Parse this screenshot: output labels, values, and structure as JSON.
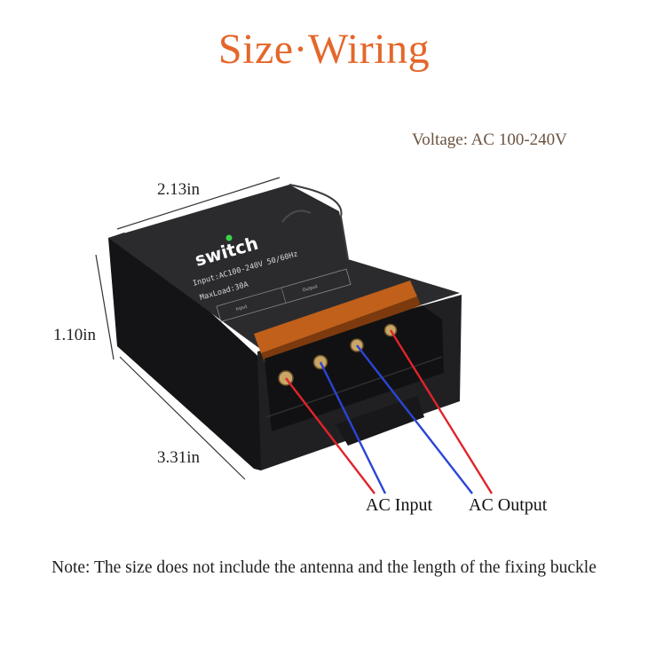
{
  "title": "Size·Wiring",
  "voltage": "Voltage: AC 100-240V",
  "dimensions": {
    "width": "2.13in",
    "height": "1.10in",
    "depth": "3.31in"
  },
  "device": {
    "brand": "switch",
    "spec_line1": "Input:AC100-240V 50/60Hz",
    "spec_line2": "MaxLoad:30A",
    "terminal_in_label": "Input",
    "terminal_out_label": "Output"
  },
  "wiring": {
    "input_label": "AC Input",
    "output_label": "AC Output"
  },
  "note": "Note: The size does not include the antenna and the length of the fixing buckle",
  "colors": {
    "title": "#e4672b",
    "wire_red": "#e0242a",
    "wire_blue": "#2a45d6",
    "body": "#1c1c1e",
    "cover": "#c0601a"
  }
}
